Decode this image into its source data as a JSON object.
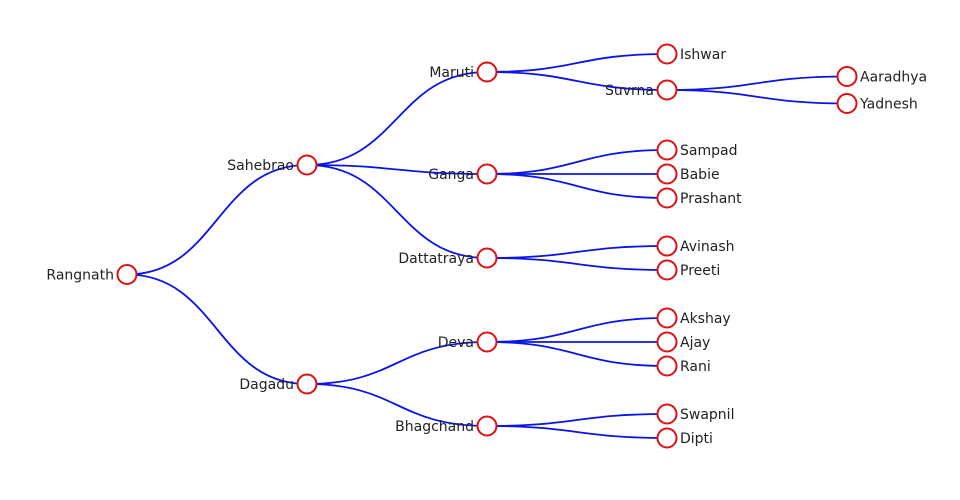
{
  "tree": {
    "name": "Rangnath",
    "children": [
      {
        "name": "Sahebrao",
        "children": [
          {
            "name": "Maruti",
            "children": [
              {
                "name": "Ishwar"
              },
              {
                "name": "Suvrna",
                "children": [
                  {
                    "name": "Aaradhya"
                  },
                  {
                    "name": "Yadnesh"
                  }
                ]
              }
            ]
          },
          {
            "name": "Ganga",
            "children": [
              {
                "name": "Sampad"
              },
              {
                "name": "Babie"
              },
              {
                "name": "Prashant"
              }
            ]
          },
          {
            "name": "Dattatraya",
            "children": [
              {
                "name": "Avinash"
              },
              {
                "name": "Preeti"
              }
            ]
          }
        ]
      },
      {
        "name": "Dagadu",
        "children": [
          {
            "name": "Deva",
            "children": [
              {
                "name": "Akshay"
              },
              {
                "name": "Ajay"
              },
              {
                "name": "Rani"
              }
            ]
          },
          {
            "name": "Bhagchand",
            "children": [
              {
                "name": "Swapnil"
              },
              {
                "name": "Dipti"
              }
            ]
          }
        ]
      }
    ]
  },
  "colors": {
    "link": "#0a14e6",
    "node_stroke": "#e01010",
    "node_fill": "#ffffff",
    "label": "#222222"
  }
}
